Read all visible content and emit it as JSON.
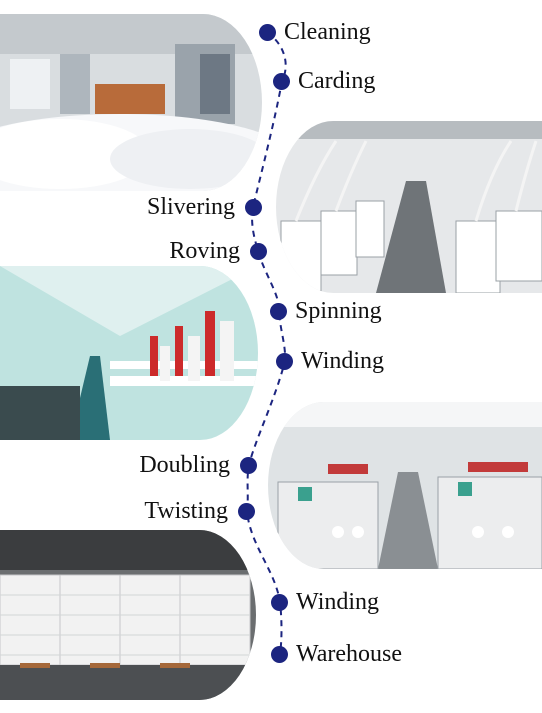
{
  "colors": {
    "accent": "#1c2580",
    "text": "#111111"
  },
  "steps": [
    {
      "label": "Cleaning",
      "side": "right"
    },
    {
      "label": "Carding",
      "side": "right"
    },
    {
      "label": "Slivering",
      "side": "left"
    },
    {
      "label": "Roving",
      "side": "left"
    },
    {
      "label": "Spinning",
      "side": "right"
    },
    {
      "label": "Winding",
      "side": "right"
    },
    {
      "label": "Doubling",
      "side": "left"
    },
    {
      "label": "Twisting",
      "side": "left"
    },
    {
      "label": "Winding",
      "side": "right"
    },
    {
      "label": "Warehouse",
      "side": "right"
    }
  ],
  "photos": [
    {
      "icon": "cotton-cleaning-hall-photo"
    },
    {
      "icon": "carding-cans-photo"
    },
    {
      "icon": "spinning-frames-photo"
    },
    {
      "icon": "doubling-machines-photo"
    },
    {
      "icon": "warehouse-stacks-photo"
    }
  ]
}
